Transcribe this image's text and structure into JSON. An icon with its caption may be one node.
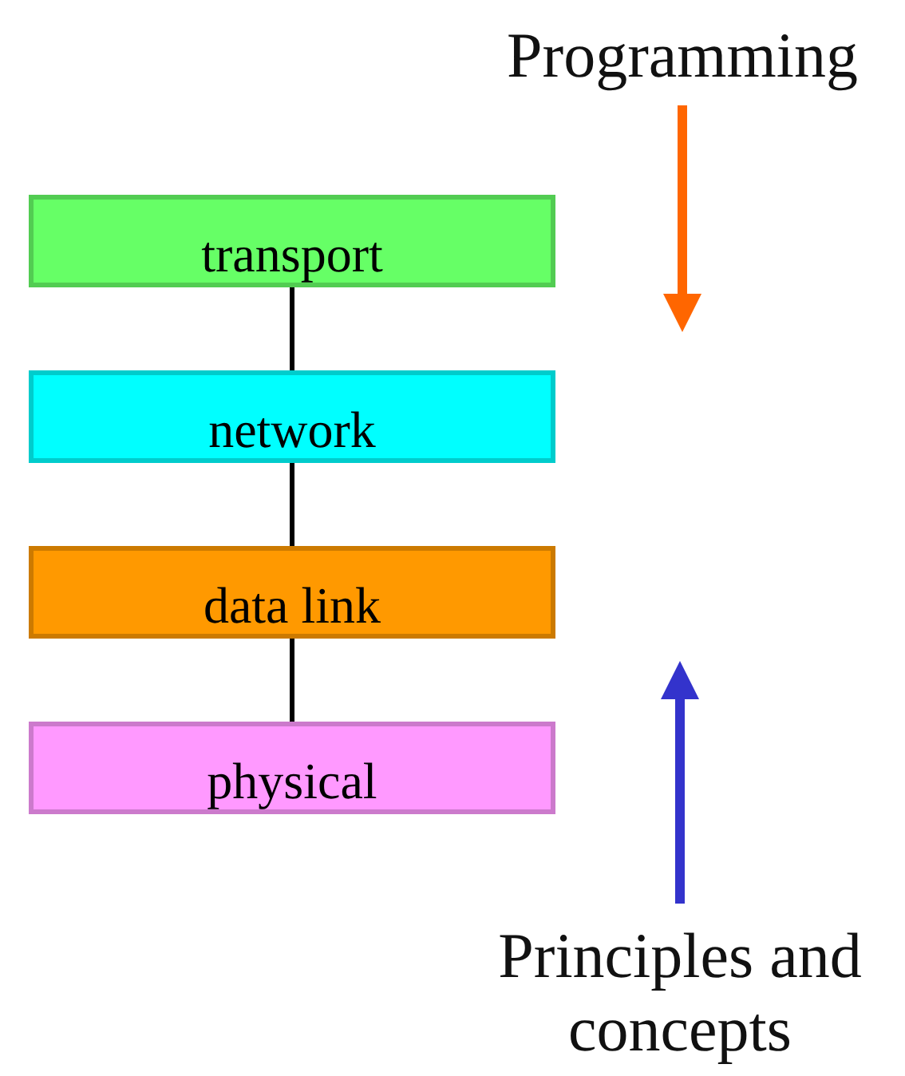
{
  "diagram": {
    "nodes": [
      {
        "text": [
          "transport"
        ]
      },
      {
        "text": [
          "network"
        ]
      },
      {
        "text": [
          "data link"
        ]
      },
      {
        "text": [
          "physical"
        ]
      },
      {
        "text": [
          "Programming"
        ]
      },
      {
        "text": [
          "Principles and concepts"
        ]
      }
    ],
    "edges": [
      {
        "from": 0,
        "to": 1,
        "arrow": "none"
      },
      {
        "from": 1,
        "to": 2,
        "arrow": "none"
      },
      {
        "from": 2,
        "to": 3,
        "arrow": "none"
      },
      {
        "from": 4,
        "to": null,
        "arrow": "to",
        "style": "thick",
        "color": "#ff6600"
      },
      {
        "from": 5,
        "to": null,
        "arrow": "to",
        "style": "thick",
        "color": "#3333cc"
      }
    ]
  }
}
